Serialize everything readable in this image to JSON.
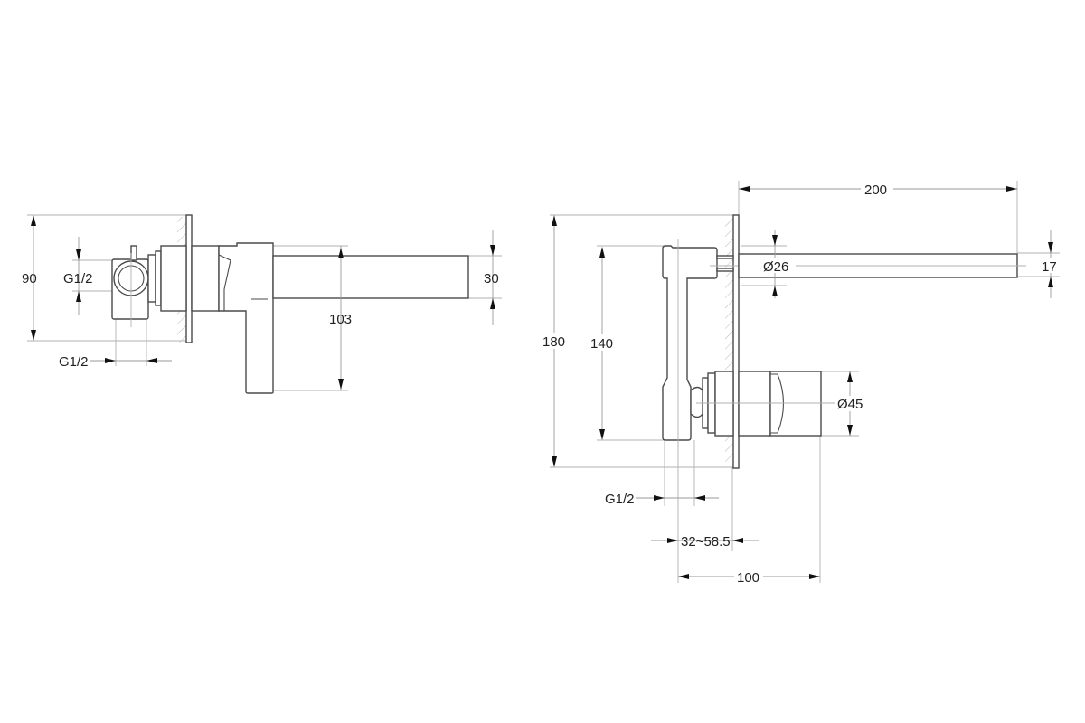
{
  "drawing": {
    "title": "Wall-mounted basin mixer technical drawing",
    "line_color": "#4a4a4a",
    "dimension_color": "#9a9a9a",
    "arrow_color": "#111111",
    "background": "#ffffff"
  },
  "views": [
    {
      "name": "side-view",
      "dimensions": {
        "overall_height": "90",
        "inlet_vertical": "G1/2",
        "inlet_horizontal": "G1/2",
        "handle_height": "103",
        "spout_height": "30"
      }
    },
    {
      "name": "installation-view",
      "dimensions": {
        "spout_length": "200",
        "spout_diameter": "Ø26",
        "spout_thickness": "17",
        "overall_height": "180",
        "body_height": "140",
        "handle_diameter": "Ø45",
        "inlet": "G1/2",
        "wall_depth_range": "32~58.5",
        "handle_projection": "100"
      }
    }
  ]
}
